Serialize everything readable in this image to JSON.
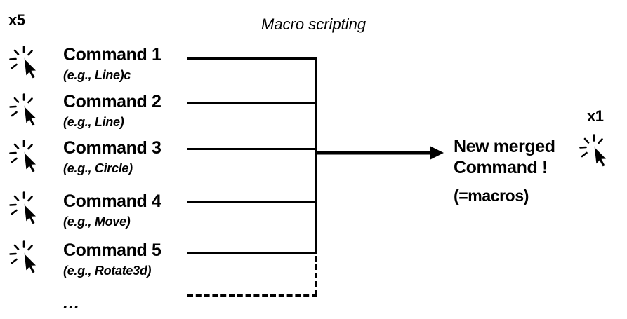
{
  "diagram": {
    "title": "Macro scripting",
    "left_multiplier": "x5",
    "right_multiplier": "x1",
    "ellipsis": "...",
    "commands": [
      {
        "title": "Command 1",
        "example": "(e.g., Line)c"
      },
      {
        "title": "Command 2",
        "example": "(e.g., Line)"
      },
      {
        "title": "Command 3",
        "example": "(e.g., Circle)"
      },
      {
        "title": "Command 4",
        "example": "(e.g., Move)"
      },
      {
        "title": "Command 5",
        "example": "(e.g., Rotate3d)"
      }
    ],
    "result": {
      "line1": "New merged",
      "line2": "Command !",
      "note": "(=macros)"
    },
    "icons": {
      "cursor_click": "cursor-click-icon",
      "arrow_right": "arrow-right-icon"
    },
    "colors": {
      "ink": "#000000",
      "background": "#ffffff"
    }
  }
}
